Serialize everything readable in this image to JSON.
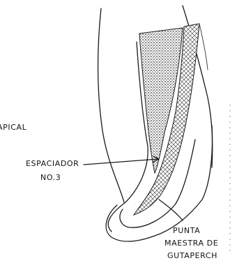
{
  "labels": {
    "apical": "APICAL",
    "espaciador_line1": "ESPACIADOR",
    "espaciador_line2": "NO.3",
    "punta_line1": "PUNTA",
    "punta_line2": "MAESTRA DE",
    "punta_line3": "GUTAPERCH"
  },
  "colors": {
    "ink": "#1a1a1a",
    "stipple": "#444444",
    "background": "#ffffff"
  }
}
